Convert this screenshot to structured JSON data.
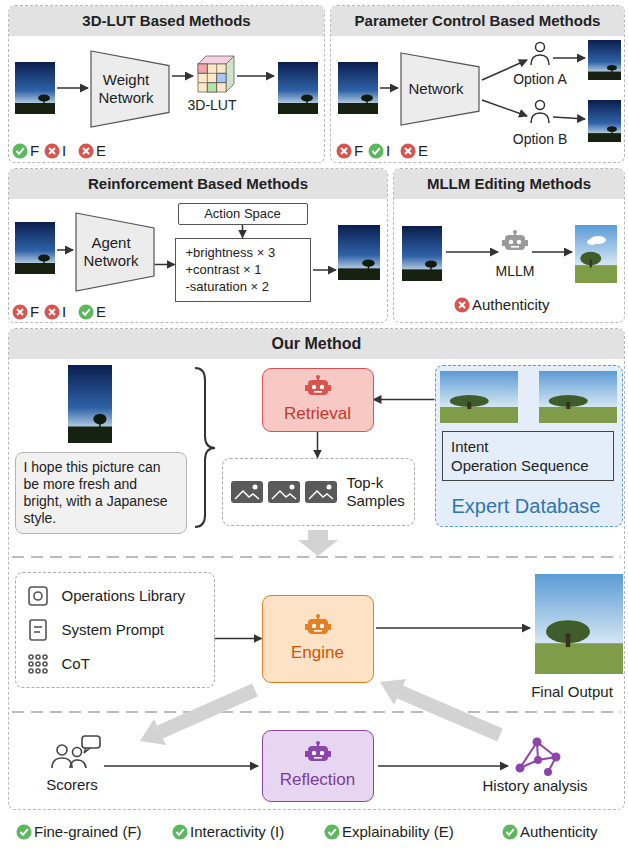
{
  "diagram": {
    "nodes": [
      {
        "text": [
          "3D-LUT Based Methods"
        ]
      },
      {
        "text": [
          "Weight Network"
        ],
        "in": 0
      },
      {
        "text": [
          "Parameter Control Based Methods"
        ]
      },
      {
        "text": [
          "Network"
        ],
        "in": 2
      },
      {
        "text": [
          "Reinforcement Based Methods"
        ]
      },
      {
        "text": [
          "Agent Network"
        ],
        "in": 4
      },
      {
        "text": [
          "Action Space"
        ],
        "in": 4
      },
      {
        "text": [
          "+brightness × 3",
          "+contrast × 1",
          "-saturation × 2"
        ],
        "in": 4
      },
      {
        "text": [
          "MLLM Editing Methods"
        ]
      },
      {
        "text": [
          "Our Method"
        ]
      },
      {
        "text": [
          "I hope this picture can be more fresh and bright, with a Japanese style."
        ],
        "in": 9
      },
      {
        "text": [
          "Retrieval"
        ],
        "in": 9
      },
      {
        "text": [
          "Top-k Samples"
        ],
        "in": 9
      },
      {
        "text": [
          "Expert Database"
        ],
        "in": 9
      },
      {
        "text": [
          "Intent",
          "Operation Sequence"
        ],
        "in": 13
      },
      {
        "text": [
          "Operations Library",
          "System Prompt",
          "CoT"
        ],
        "in": 9
      },
      {
        "text": [
          "Engine"
        ],
        "in": 9
      },
      {
        "text": [
          "Reflection"
        ],
        "in": 9
      }
    ],
    "edges": [
      {
        "from": 6,
        "to": 7,
        "arrow": "to"
      },
      {
        "from": 5,
        "to": 7,
        "arrow": "to"
      },
      {
        "from": 13,
        "to": 11,
        "arrow": "to"
      },
      {
        "from": 11,
        "to": 12,
        "arrow": "to"
      },
      {
        "from": 15,
        "to": 16,
        "arrow": "to"
      }
    ],
    "labels": [
      "3D-LUT",
      "F",
      "I",
      "E",
      "Option A",
      "Option B",
      "F",
      "I",
      "E",
      "F",
      "I",
      "E",
      "MLLM",
      "Authenticity",
      "Final Output",
      "Scorers",
      "History analysis"
    ],
    "legend": [
      {
        "text": "Fine-grained (F)"
      },
      {
        "text": "Interactivity (I)"
      },
      {
        "text": "Explainability (E)"
      },
      {
        "text": "Authenticity"
      }
    ]
  }
}
